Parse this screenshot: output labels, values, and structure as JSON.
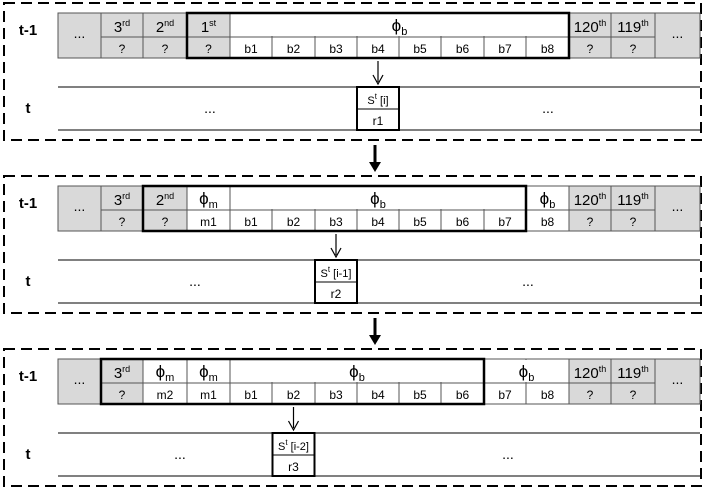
{
  "panels": [
    {
      "label_prev": "t-1",
      "label_curr": "t",
      "left_ellipsis": "...",
      "right_ellipsis": "...",
      "cells": [
        {
          "hdr": "3",
          "sup": "rd",
          "sub": "?",
          "shade": true
        },
        {
          "hdr": "2",
          "sup": "nd",
          "sub": "?",
          "shade": true
        },
        {
          "hdr": "1",
          "sup": "st",
          "sub": "?",
          "shade": true
        },
        {
          "hdr": "",
          "sub": "b1"
        },
        {
          "hdr": "",
          "sub": "b2"
        },
        {
          "hdr": "",
          "sub": "b3"
        },
        {
          "hdr": "",
          "sub": "b4"
        },
        {
          "hdr": "",
          "sub": "b5"
        },
        {
          "hdr": "",
          "sub": "b6"
        },
        {
          "hdr": "",
          "sub": "b7"
        },
        {
          "hdr": "",
          "sub": "b8"
        },
        {
          "hdr": "120",
          "sup": "th",
          "sub": "?",
          "shade": true
        },
        {
          "hdr": "119",
          "sup": "th",
          "sub": "?",
          "shade": true
        }
      ],
      "merged": [
        {
          "from": 3,
          "to": 10,
          "sym": "ϕ",
          "subscript": "b"
        }
      ],
      "bold_range": [
        2,
        10
      ],
      "target_cell": 6,
      "state_text": "S",
      "state_sup": "t",
      "state_index": "[i]",
      "result": "r1",
      "t_ellipsis_left": "...",
      "t_ellipsis_right": "..."
    },
    {
      "label_prev": "t-1",
      "label_curr": "t",
      "left_ellipsis": "...",
      "right_ellipsis": "...",
      "cells": [
        {
          "hdr": "3",
          "sup": "rd",
          "sub": "?",
          "shade": true
        },
        {
          "hdr": "2",
          "sup": "nd",
          "sub": "?",
          "shade": true
        },
        {
          "hdr": "",
          "sub": "m1",
          "sym": "ϕ",
          "subscript": "m"
        },
        {
          "hdr": "",
          "sub": "b1"
        },
        {
          "hdr": "",
          "sub": "b2"
        },
        {
          "hdr": "",
          "sub": "b3"
        },
        {
          "hdr": "",
          "sub": "b4"
        },
        {
          "hdr": "",
          "sub": "b5"
        },
        {
          "hdr": "",
          "sub": "b6"
        },
        {
          "hdr": "",
          "sub": "b7"
        },
        {
          "hdr": "",
          "sub": "b8",
          "sym": "ϕ",
          "subscript": "b"
        },
        {
          "hdr": "120",
          "sup": "th",
          "sub": "?",
          "shade": true
        },
        {
          "hdr": "119",
          "sup": "th",
          "sub": "?",
          "shade": true
        }
      ],
      "merged": [
        {
          "from": 3,
          "to": 9,
          "sym": "ϕ",
          "subscript": "b"
        }
      ],
      "bold_range": [
        1,
        9
      ],
      "target_cell": 5,
      "state_text": "S",
      "state_sup": "t",
      "state_index": "[i-1]",
      "result": "r2",
      "t_ellipsis_left": "...",
      "t_ellipsis_right": "..."
    },
    {
      "label_prev": "t-1",
      "label_curr": "t",
      "left_ellipsis": "...",
      "right_ellipsis": "...",
      "cells": [
        {
          "hdr": "3",
          "sup": "rd",
          "sub": "?",
          "shade": true
        },
        {
          "hdr": "",
          "sub": "m2",
          "sym": "ϕ",
          "subscript": "m"
        },
        {
          "hdr": "",
          "sub": "m1",
          "sym": "ϕ",
          "subscript": "m"
        },
        {
          "hdr": "",
          "sub": "b1"
        },
        {
          "hdr": "",
          "sub": "b2"
        },
        {
          "hdr": "",
          "sub": "b3"
        },
        {
          "hdr": "",
          "sub": "b4"
        },
        {
          "hdr": "",
          "sub": "b5"
        },
        {
          "hdr": "",
          "sub": "b6"
        },
        {
          "hdr": "",
          "sub": "b7"
        },
        {
          "hdr": "",
          "sub": "b8"
        },
        {
          "hdr": "120",
          "sup": "th",
          "sub": "?",
          "shade": true
        },
        {
          "hdr": "119",
          "sup": "th",
          "sub": "?",
          "shade": true
        }
      ],
      "merged": [
        {
          "from": 3,
          "to": 8,
          "sym": "ϕ",
          "subscript": "b"
        },
        {
          "from": 9,
          "to": 10,
          "sym": "ϕ",
          "subscript": "b"
        }
      ],
      "bold_range": [
        0,
        8
      ],
      "target_cell": 4,
      "state_text": "S",
      "state_sup": "t",
      "state_index": "[i-2]",
      "result": "r3",
      "t_ellipsis_left": "...",
      "t_ellipsis_right": "..."
    }
  ],
  "colors": {
    "shade": "#d9d9d9",
    "line": "#000000"
  }
}
